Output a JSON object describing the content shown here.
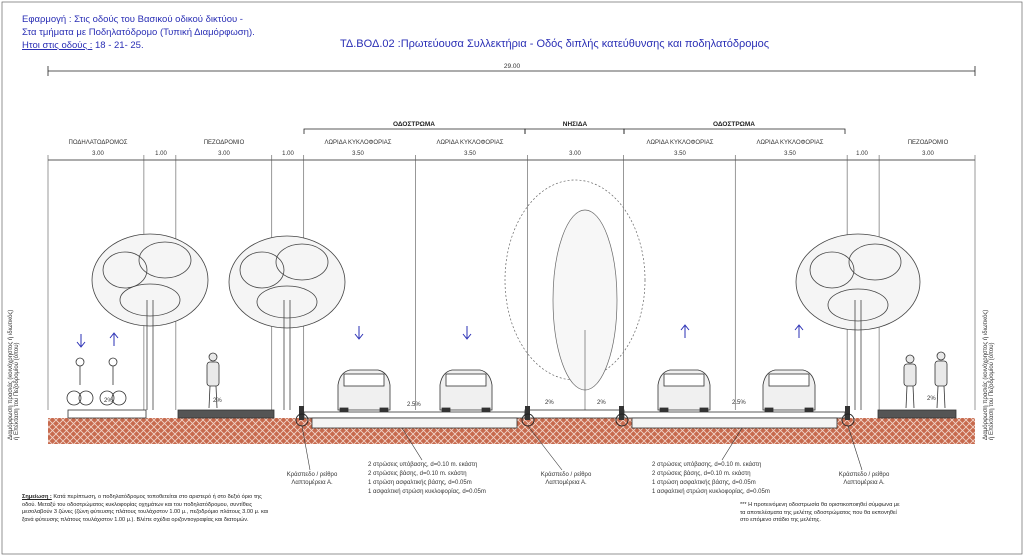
{
  "header": {
    "line1": "Εφαρμογή : Στις οδούς του Βασικού οδικού δικτύου -",
    "line2": "Στα τμήματα με Ποδηλατόδρομο (Τυπική Διαμόρφωση).",
    "line3_label": "Ητοι στις οδούς :",
    "line3_value": " 18 - 21- 25."
  },
  "title": "ΤΔ.ΒΟΔ.02 :Πρωτεύουσα Συλλεκτήρια - Οδός διπλής κατεύθυνσης και ποδηλατόδρομος",
  "total_width": "29.00",
  "group_labels": {
    "roadway_left": "ΟΔΟΣΤΡΩΜΑ",
    "island": "ΝΗΣΙΔΑ",
    "roadway_right": "ΟΔΟΣΤΡΩΜΑ"
  },
  "zones": [
    {
      "name": "ΠΟΔΗΛΑΤΟΔΡΟΜΟΣ",
      "width": "3.00"
    },
    {
      "name": "",
      "width": "1.00"
    },
    {
      "name": "ΠΕΖΟΔΡΟΜΙΟ",
      "width": "3.00"
    },
    {
      "name": "",
      "width": "1.00"
    },
    {
      "name": "ΛΩΡΙΔΑ ΚΥΚΛΟΦΟΡΙΑΣ",
      "width": "3.50"
    },
    {
      "name": "ΛΩΡΙΔΑ ΚΥΚΛΟΦΟΡΙΑΣ",
      "width": "3.50"
    },
    {
      "name": "",
      "width": "3.00"
    },
    {
      "name": "ΛΩΡΙΔΑ ΚΥΚΛΟΦΟΡΙΑΣ",
      "width": "3.50"
    },
    {
      "name": "ΛΩΡΙΔΑ ΚΥΚΛΟΦΟΡΙΑΣ",
      "width": "3.50"
    },
    {
      "name": "",
      "width": "1.00"
    },
    {
      "name": "ΠΕΖΟΔΡΟΜΙΟ",
      "width": "3.00"
    }
  ],
  "slopes": {
    "bike": "2%",
    "sidewalk_left": "2%",
    "lane_left": "2.5%",
    "island_left": "2%",
    "island_right": "2%",
    "lane_right": "2.5%",
    "sidewalk_right": "2%"
  },
  "side_note_left": {
    "line1": "Διαμόρφωση πρασιάς (κοινόχρηστος ή ιδιωτικός)",
    "line2": "ή Επέκταση του Πεζοδρομίου (όπου)"
  },
  "side_note_right": {
    "line1": "Διαμόρφωση πρασιάς (κοινόχρηστος ή ιδιωτικός)",
    "line2": "ή Επέκταση του Πεζοδρομίου (όπου)"
  },
  "curb_label": {
    "line1": "Κράσπεδο / ρείθρο",
    "line2": "Λαπτομέρεια Α."
  },
  "layers": [
    "2 στρώσεις υπόβασης, d=0.10 m. εκάστη",
    "2 στρώσεις βάσης, d=0.10 m. εκάστη",
    "1 στρώση ασφαλτικής βάσης, d=0.05m",
    "1 ασφαλτική στρώση κυκλοφορίας, d=0.05m"
  ],
  "note_left": {
    "title": "Σημείωση :",
    "text": " Κατά περίπτωση, ο ποδηλατόδρομος τοποθετείται στο αριστερό ή στο δεξιό όριο της οδού. Μεταξύ του οδοστρώματος κυκλοφορίας οχημάτων και του ποδηλατόδρομου, συντίθεις μεσολαβούν 3 ζώνες (ζώνη φύτευσης πλάτους τουλάχιστον 1.00 μ., πεζοδρόμιο πλάτους 3.00 μ. και ξανά φύτευσης πλάτους τουλάχιστον 1.00 μ.). Βλέπε σχέδια οριζοντιογραφίας και διατομών."
  },
  "note_right": "*** Η προτεινόμενη οδοστρωσία θα οριστικοποιηθεί σύμφωνα με τα αποτελέσματα της μελέτης οδοστρώματος που θα εκπονηθεί στο επόμενο στάδιο της μελέτης.",
  "colors": {
    "ink": "#2a2fb5",
    "soil": "#b55a40",
    "line": "#222222"
  }
}
